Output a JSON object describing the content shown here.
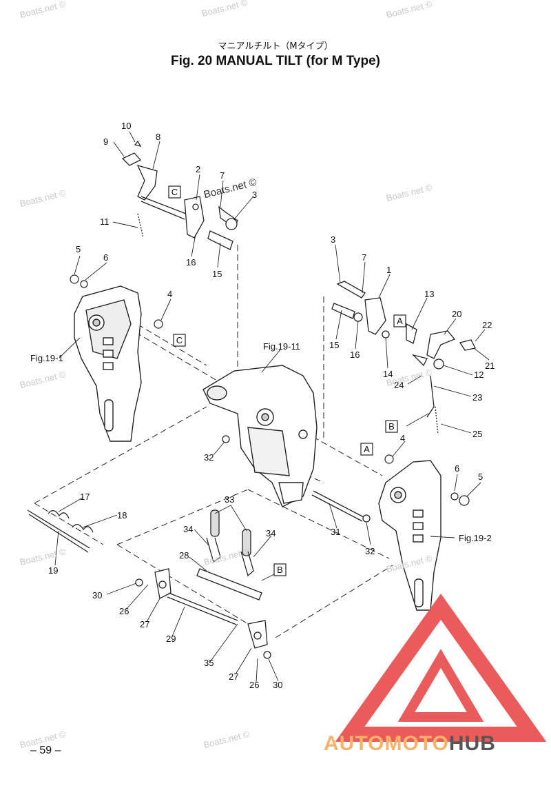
{
  "header": {
    "subtitle_jp": "マニアルチルト（Mタイプ）",
    "title": "Fig. 20   MANUAL TILT (for M Type)"
  },
  "figure_refs": {
    "fig19_1": "Fig.19-1",
    "fig19_11": "Fig.19-11",
    "fig19_2": "Fig.19-2"
  },
  "boxed_letters": {
    "a": "A",
    "b": "B",
    "c": "C"
  },
  "part_labels": {
    "n1": "1",
    "n2": "2",
    "n3": "3",
    "n4": "4",
    "n5": "5",
    "n6": "6",
    "n7": "7",
    "n8": "8",
    "n9": "9",
    "n10": "10",
    "n11": "11",
    "n12": "12",
    "n13": "13",
    "n14": "14",
    "n15": "15",
    "n16": "16",
    "n17": "17",
    "n18": "18",
    "n19": "19",
    "n20": "20",
    "n21": "21",
    "n22": "22",
    "n23": "23",
    "n24": "24",
    "n25": "25",
    "n26": "26",
    "n27": "27",
    "n28": "28",
    "n29": "29",
    "n30": "30",
    "n31": "31",
    "n32": "32",
    "n33": "33",
    "n34": "34",
    "n35": "35"
  },
  "watermark": "Boats.net ©",
  "footer": {
    "page_number": "– 59 –",
    "brand_part1": "AUTOMOTO",
    "brand_part2": "HUB"
  },
  "colors": {
    "logo_red": "#e84a4a",
    "brand_orange": "#f7b36a",
    "brand_gray": "#555555"
  }
}
